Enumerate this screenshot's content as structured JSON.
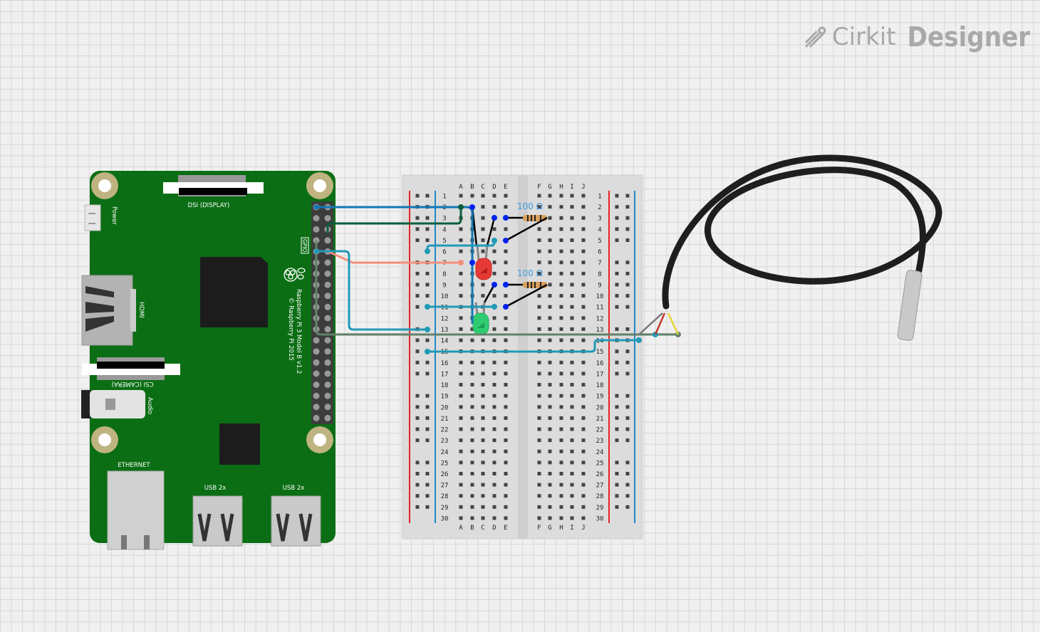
{
  "logo": {
    "brand": "Cirkit",
    "product": "Designer"
  },
  "raspberry_pi": {
    "dsi_label": "DSI (DISPLAY)",
    "power_label": "Power",
    "hdmi_label": "HDMI",
    "csi_label": "CSI (CAMERA)",
    "audio_label": "Audio",
    "ethernet_label": "ETHERNET",
    "usb1_label": "USB 2x",
    "usb2_label": "USB 2x",
    "gpio_label": "GPIO",
    "model_label": "Raspberry Pi 3 Model B v1.2",
    "copyright_label": "© Raspberry Pi 2015"
  },
  "breadboard": {
    "left_columns": [
      "A",
      "B",
      "C",
      "D",
      "E"
    ],
    "right_columns": [
      "F",
      "G",
      "H",
      "I",
      "J"
    ],
    "row_count": 30
  },
  "resistors": [
    {
      "label": "100 Ω"
    },
    {
      "label": "100 Ω"
    }
  ],
  "leds": [
    {
      "color": "#e53935"
    },
    {
      "color": "#2ecc71"
    }
  ],
  "wire_colors": {
    "blue": "#1177b5",
    "dark_green": "#0b5e3c",
    "salmon": "#f4907a",
    "teal": "#1f9ab7",
    "gray_green": "#62806c"
  }
}
